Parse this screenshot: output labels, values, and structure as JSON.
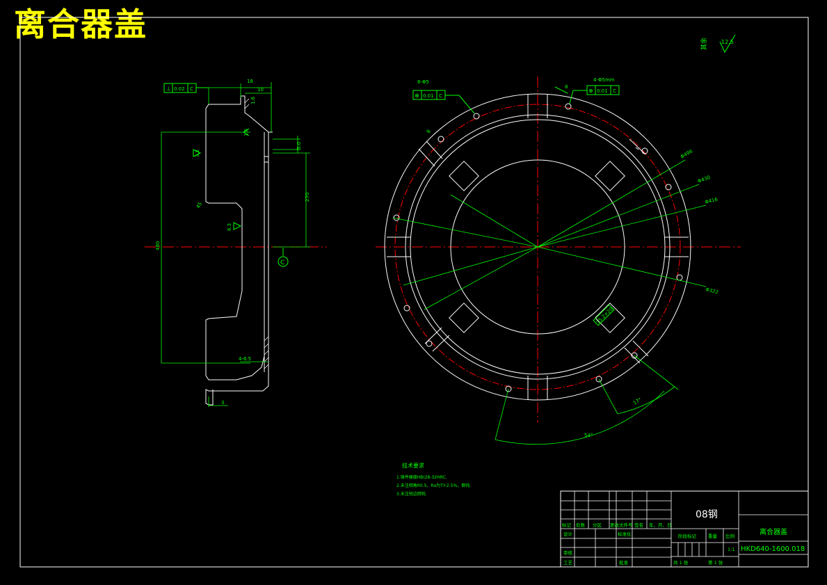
{
  "drawing_title": "离合器盖",
  "colors": {
    "background": "#000000",
    "outline": "#ffffff",
    "dimension": "#00ff00",
    "centerline": "#ff0000",
    "title": "#ffff00"
  },
  "roughness_note": {
    "label": "其余",
    "value": "12.5"
  },
  "section_view": {
    "tolerance_frame": {
      "symbol": "⊥",
      "value": "0.02",
      "datum": "C"
    },
    "dims": {
      "d1": "18",
      "d2": "10",
      "d3": "1.6",
      "d4": "5.0",
      "d5": "1.6",
      "roughness1": "3.2",
      "roughness2": "6.3",
      "d6": "45",
      "d7": "270",
      "d8": "480",
      "d9": "4-6.5",
      "d10": "3"
    },
    "datum_label": "C"
  },
  "front_view": {
    "hole_callout_left": {
      "label": "8-Φ5",
      "symbol": "⊕",
      "value": "0.01",
      "datum": "C"
    },
    "hole_callout_right": {
      "label": "4-Φ5mm",
      "symbol": "⊕",
      "value": "0.01",
      "datum": "C"
    },
    "dim_8a": "8",
    "dim_8b": "8",
    "dia_labels": [
      "Φ496",
      "Φ430",
      "Φ416",
      "Φ322"
    ],
    "angle_small": "17°",
    "angle_large": "54°",
    "window_dim": "15.2×20"
  },
  "technical_requirements": {
    "title": "技术要求",
    "lines": [
      "1.铸件硬度HB(28-32HRC.",
      "2.未注倒角R0.5，Ra为TY-2.5%，倒钝.",
      "3.未注锐边倒钝."
    ]
  },
  "title_block": {
    "material": "08钢",
    "part_name": "离合器盖",
    "drawing_number": "HKD640-1600.018",
    "scale_value": "1:1",
    "headers_row": [
      "标记",
      "处数",
      "分区",
      "更改文件号",
      "签名",
      "年、月、日"
    ],
    "label_design": "设计",
    "label_standardize": "标准化",
    "label_review": "审核",
    "label_process": "工艺",
    "label_approve": "批准",
    "label_stage": "阶段标记",
    "label_weight": "重量",
    "label_scale": "比例",
    "sheet_total": "共 1 张",
    "sheet_index": "第 1 张"
  }
}
